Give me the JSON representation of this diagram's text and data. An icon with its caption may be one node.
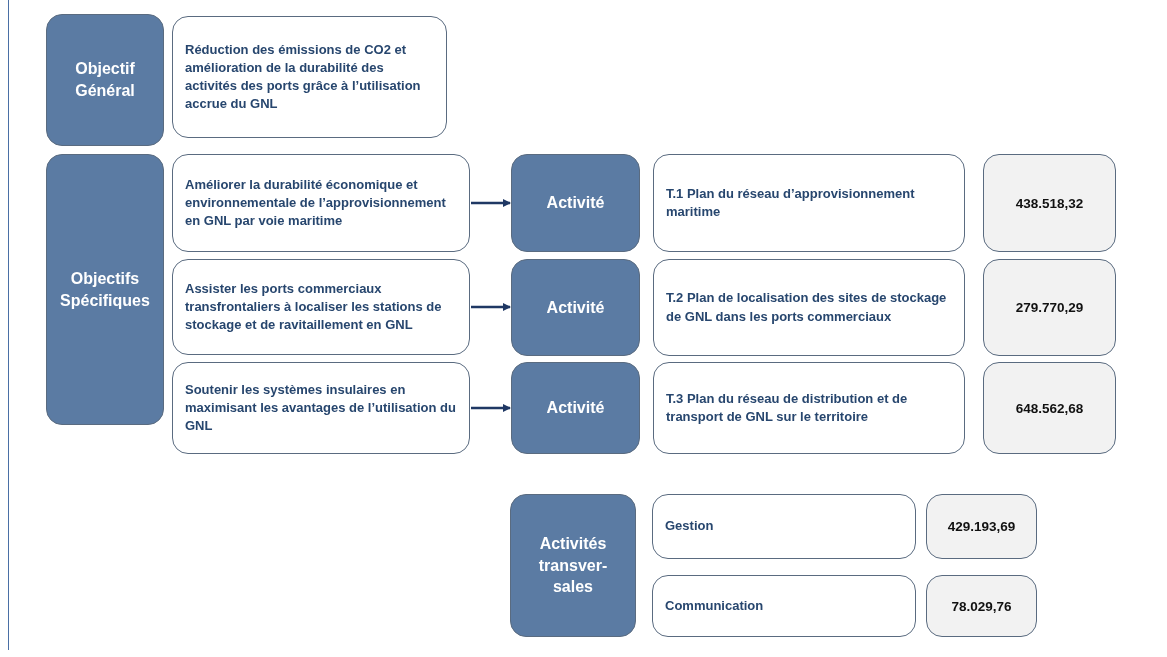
{
  "diagram": {
    "nodes": [
      {
        "text": [
          "Objectif Général"
        ]
      },
      {
        "text": [
          "Réduction des émissions de CO2 et amélioration de la durabilité des activités des ports grâce à l’utilisation accrue du GNL"
        ]
      },
      {
        "text": [
          "Objectifs Spécifiques"
        ]
      },
      {
        "text": [
          "Améliorer la durabilité économique et environnementale de l’approvisionnement en GNL par voie maritime"
        ]
      },
      {
        "text": [
          "Activité"
        ]
      },
      {
        "text": [
          "T.1 Plan du réseau d’approvisionnement maritime"
        ]
      },
      {
        "text": [
          "438.518,32"
        ]
      },
      {
        "text": [
          "Assister les ports commerciaux transfrontaliers à localiser les stations de stockage et de ravitaillement en GNL"
        ]
      },
      {
        "text": [
          "Activité"
        ]
      },
      {
        "text": [
          "T.2 Plan de localisation des sites de stockage de GNL dans les ports commerciaux"
        ]
      },
      {
        "text": [
          "279.770,29"
        ]
      },
      {
        "text": [
          "Soutenir les systèmes insulaires en maximisant les avantages de l’utilisation du GNL"
        ]
      },
      {
        "text": [
          "Activité"
        ]
      },
      {
        "text": [
          "T.3 Plan du réseau de distribution et de transport de GNL sur le territoire"
        ]
      },
      {
        "text": [
          "648.562,68"
        ]
      },
      {
        "text": [
          "Activités transver- sales"
        ]
      },
      {
        "text": [
          "Gestion"
        ]
      },
      {
        "text": [
          "429.193,69"
        ]
      },
      {
        "text": [
          "Communication"
        ]
      },
      {
        "text": [
          "78.029,76"
        ]
      }
    ],
    "edges": [
      {
        "from": 3,
        "to": 4,
        "arrow": "to"
      },
      {
        "from": 7,
        "to": 8,
        "arrow": "to"
      },
      {
        "from": 11,
        "to": 12,
        "arrow": "to"
      }
    ]
  }
}
